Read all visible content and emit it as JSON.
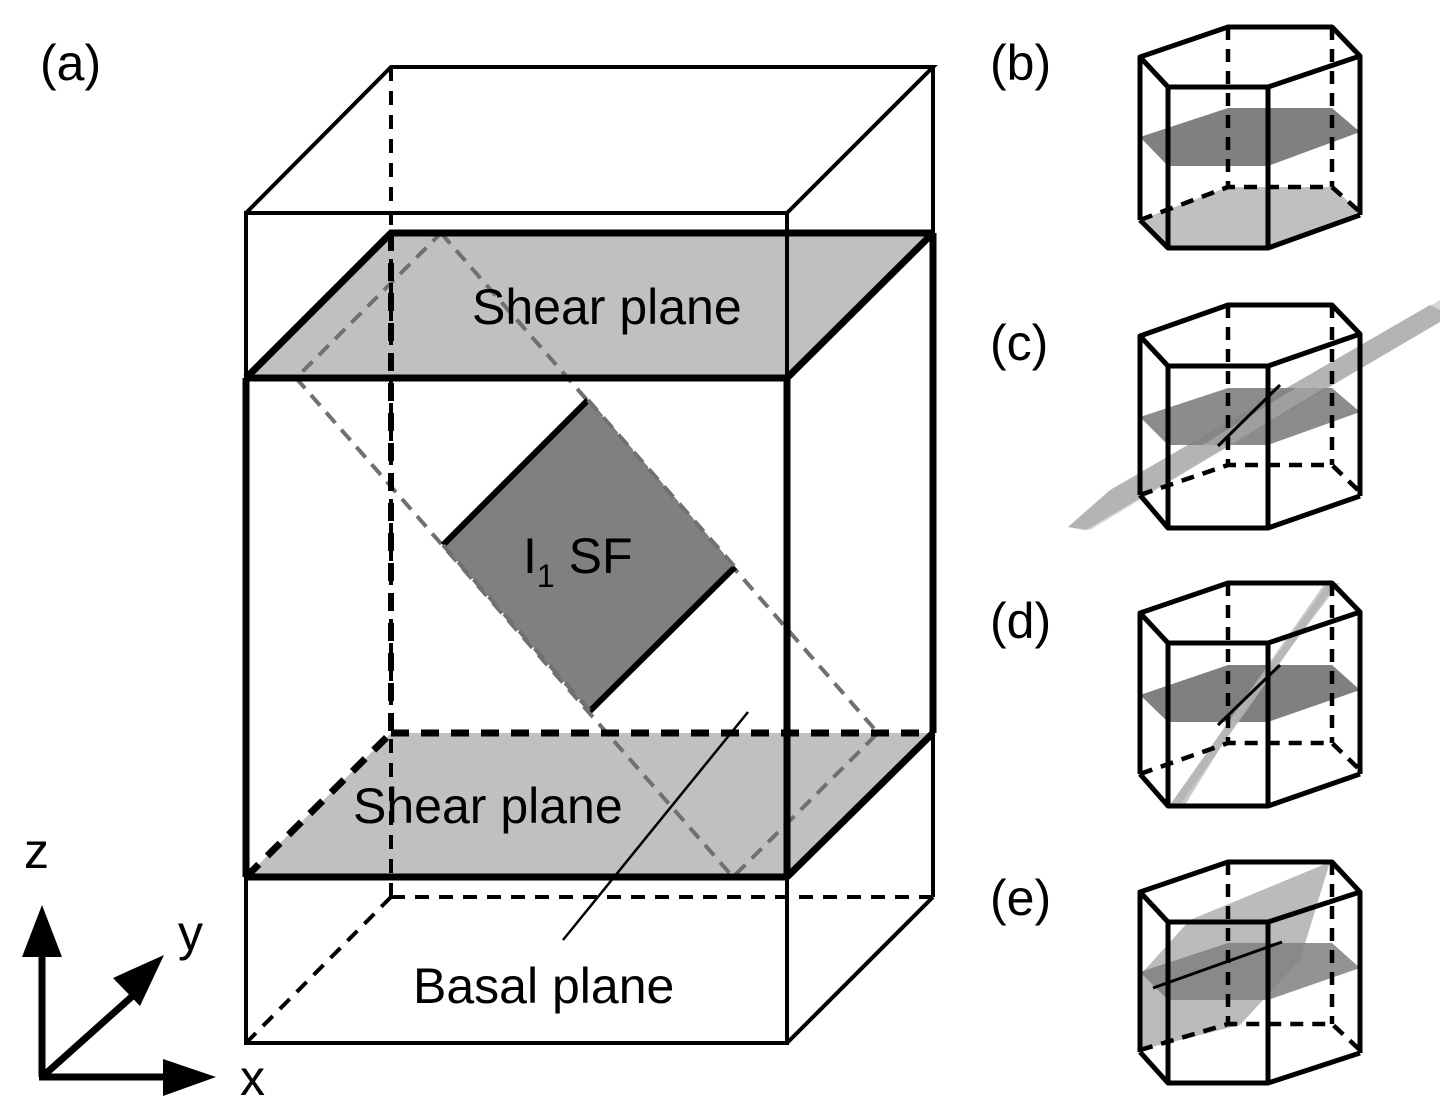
{
  "figure": {
    "panels": [
      {
        "id": "a",
        "label": "(a)"
      },
      {
        "id": "b",
        "label": "(b)"
      },
      {
        "id": "c",
        "label": "(c)"
      },
      {
        "id": "d",
        "label": "(d)"
      },
      {
        "id": "e",
        "label": "(e)"
      }
    ],
    "main": {
      "shear_plane_top": "Shear plane",
      "shear_plane_bottom": "Shear plane",
      "fault_label_main": "I",
      "fault_label_sub": "1",
      "fault_label_rest": " SF",
      "basal_plane": "Basal plane"
    },
    "axes": {
      "z": "z",
      "y": "y",
      "x": "x"
    },
    "colors": {
      "line": "#000000",
      "shear_plane_fill": "#c0c0c0",
      "fault_fill": "#808080",
      "dashed_gray": "#707070",
      "basal_hex_fill": "#808080",
      "secondary_plane_fill": "#b4b4b4"
    }
  }
}
